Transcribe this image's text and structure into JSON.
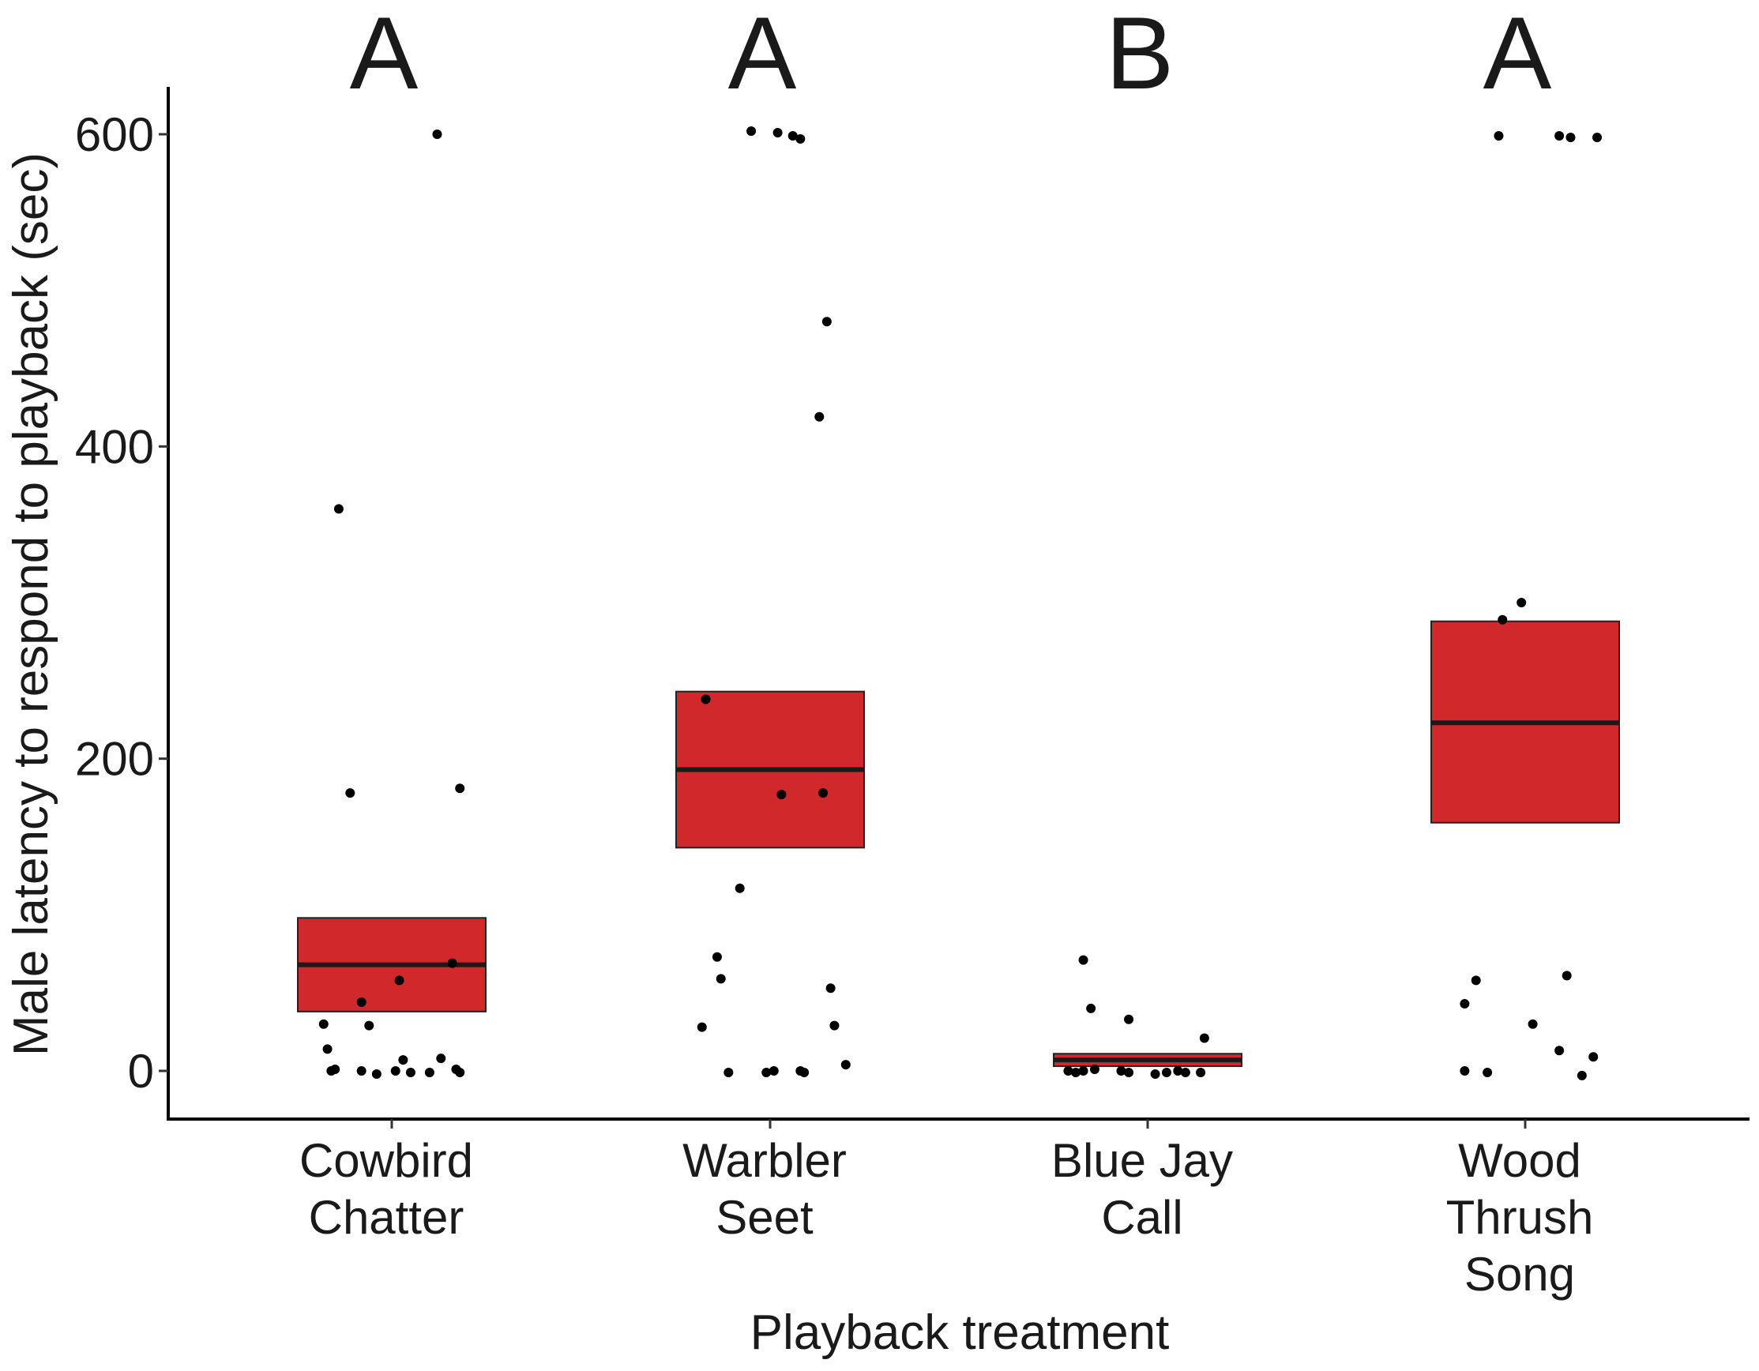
{
  "chart_data": {
    "type": "box",
    "xlabel": "Playback treatment",
    "ylabel": "Male latency to respond to playback (sec)",
    "ylim": [
      -30,
      630
    ],
    "y_ticks": [
      0,
      200,
      400,
      600
    ],
    "y_tick_labels": [
      "0",
      "200",
      "400",
      "600"
    ],
    "grid": false,
    "box_color": "#d0282b",
    "median_color": "#1a1a1a",
    "point_color": "#000000",
    "categories": [
      {
        "lines": [
          "Cowbird",
          "Chatter"
        ],
        "letter": "A",
        "box": {
          "q1": 38,
          "median": 68,
          "q3": 98
        },
        "points": [
          {
            "x": 0.12,
            "y": 600
          },
          {
            "x": -0.14,
            "y": 360
          },
          {
            "x": -0.11,
            "y": 178
          },
          {
            "x": 0.18,
            "y": 181
          },
          {
            "x": 0.16,
            "y": 69
          },
          {
            "x": 0.02,
            "y": 58
          },
          {
            "x": -0.08,
            "y": 44
          },
          {
            "x": -0.18,
            "y": 30
          },
          {
            "x": -0.06,
            "y": 29
          },
          {
            "x": -0.17,
            "y": 14
          },
          {
            "x": 0.13,
            "y": 8
          },
          {
            "x": 0.03,
            "y": 7
          },
          {
            "x": -0.16,
            "y": 0
          },
          {
            "x": -0.15,
            "y": 1
          },
          {
            "x": -0.08,
            "y": 0
          },
          {
            "x": -0.04,
            "y": -2
          },
          {
            "x": 0.01,
            "y": 0
          },
          {
            "x": 0.05,
            "y": -1
          },
          {
            "x": 0.1,
            "y": -1
          },
          {
            "x": 0.17,
            "y": 1
          },
          {
            "x": 0.18,
            "y": -1
          }
        ]
      },
      {
        "lines": [
          "Warbler",
          "Seet"
        ],
        "letter": "A",
        "box": {
          "q1": 143,
          "median": 193,
          "q3": 243
        },
        "points": [
          {
            "x": -0.05,
            "y": 602
          },
          {
            "x": 0.02,
            "y": 601
          },
          {
            "x": 0.06,
            "y": 599
          },
          {
            "x": 0.08,
            "y": 597
          },
          {
            "x": 0.15,
            "y": 480
          },
          {
            "x": 0.13,
            "y": 419
          },
          {
            "x": -0.17,
            "y": 238
          },
          {
            "x": 0.03,
            "y": 177
          },
          {
            "x": 0.14,
            "y": 178
          },
          {
            "x": -0.08,
            "y": 117
          },
          {
            "x": -0.14,
            "y": 73
          },
          {
            "x": -0.13,
            "y": 59
          },
          {
            "x": 0.16,
            "y": 53
          },
          {
            "x": -0.18,
            "y": 28
          },
          {
            "x": 0.17,
            "y": 29
          },
          {
            "x": 0.2,
            "y": 4
          },
          {
            "x": -0.11,
            "y": -1
          },
          {
            "x": -0.01,
            "y": -1
          },
          {
            "x": 0.01,
            "y": 0
          },
          {
            "x": 0.08,
            "y": 0
          },
          {
            "x": 0.09,
            "y": -1
          }
        ]
      },
      {
        "lines": [
          "Blue Jay",
          "Call"
        ],
        "letter": "B",
        "box": {
          "q1": 3,
          "median": 7,
          "q3": 11
        },
        "points": [
          {
            "x": -0.17,
            "y": 71
          },
          {
            "x": -0.15,
            "y": 40
          },
          {
            "x": -0.05,
            "y": 33
          },
          {
            "x": 0.15,
            "y": 21
          },
          {
            "x": -0.21,
            "y": 0
          },
          {
            "x": -0.19,
            "y": -1
          },
          {
            "x": -0.17,
            "y": 0
          },
          {
            "x": -0.14,
            "y": 1
          },
          {
            "x": -0.07,
            "y": 0
          },
          {
            "x": -0.05,
            "y": -1
          },
          {
            "x": 0.02,
            "y": -2
          },
          {
            "x": 0.05,
            "y": -1
          },
          {
            "x": 0.08,
            "y": 0
          },
          {
            "x": 0.1,
            "y": -1
          },
          {
            "x": 0.14,
            "y": -1
          }
        ]
      },
      {
        "lines": [
          "Wood",
          "Thrush",
          "Song"
        ],
        "letter": "A",
        "box": {
          "q1": 159,
          "median": 223,
          "q3": 288
        },
        "points": [
          {
            "x": -0.07,
            "y": 599
          },
          {
            "x": 0.09,
            "y": 599
          },
          {
            "x": 0.12,
            "y": 598
          },
          {
            "x": 0.19,
            "y": 598
          },
          {
            "x": -0.01,
            "y": 300
          },
          {
            "x": -0.06,
            "y": 289
          },
          {
            "x": -0.13,
            "y": 58
          },
          {
            "x": 0.11,
            "y": 61
          },
          {
            "x": -0.16,
            "y": 43
          },
          {
            "x": 0.02,
            "y": 30
          },
          {
            "x": 0.09,
            "y": 13
          },
          {
            "x": 0.18,
            "y": 9
          },
          {
            "x": -0.16,
            "y": 0
          },
          {
            "x": -0.1,
            "y": -1
          },
          {
            "x": 0.15,
            "y": -3
          }
        ]
      }
    ]
  }
}
